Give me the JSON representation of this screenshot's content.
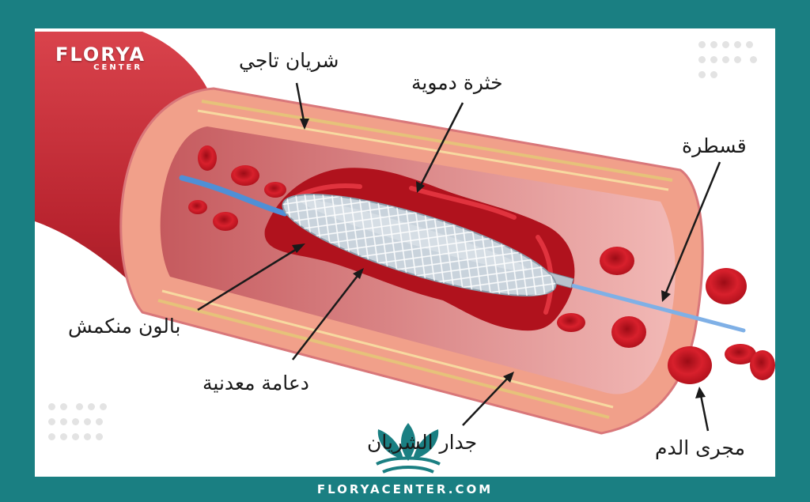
{
  "brand": {
    "name": "FLORYA",
    "sub": "CENTER"
  },
  "footer": {
    "url": "FLORYACENTER.COM"
  },
  "labels": {
    "coronary_artery": "شريان تاجي",
    "blood_clot": "خثرة دموية",
    "catheter": "قسطرة",
    "deflated_balloon": "بالون منكمش",
    "metal_stent": "دعامة معدنية",
    "artery_wall": "جدار الشريان",
    "blood_flow": "مجرى الدم"
  },
  "colors": {
    "frame": "#1a7f82",
    "artery_outer": "#b8232e",
    "artery_wall": "#f1a08a",
    "clot": "#b0121d",
    "stent": "#c9d3dc",
    "catheter": "#4f8fd6"
  }
}
